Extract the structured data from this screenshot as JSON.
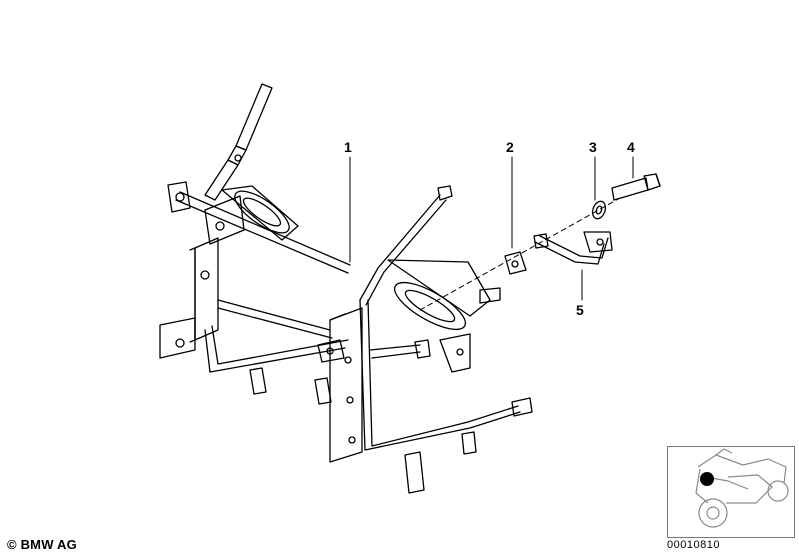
{
  "callouts": [
    {
      "label": "1"
    },
    {
      "label": "2"
    },
    {
      "label": "3"
    },
    {
      "label": "4"
    },
    {
      "label": "5"
    }
  ],
  "footer": {
    "copyright": "© BMW AG",
    "image_number": "00010810"
  },
  "colors": {
    "line": "#000000",
    "background": "#ffffff",
    "thumb_line": "#8a8a8a",
    "thumb_marker": "#000000"
  }
}
